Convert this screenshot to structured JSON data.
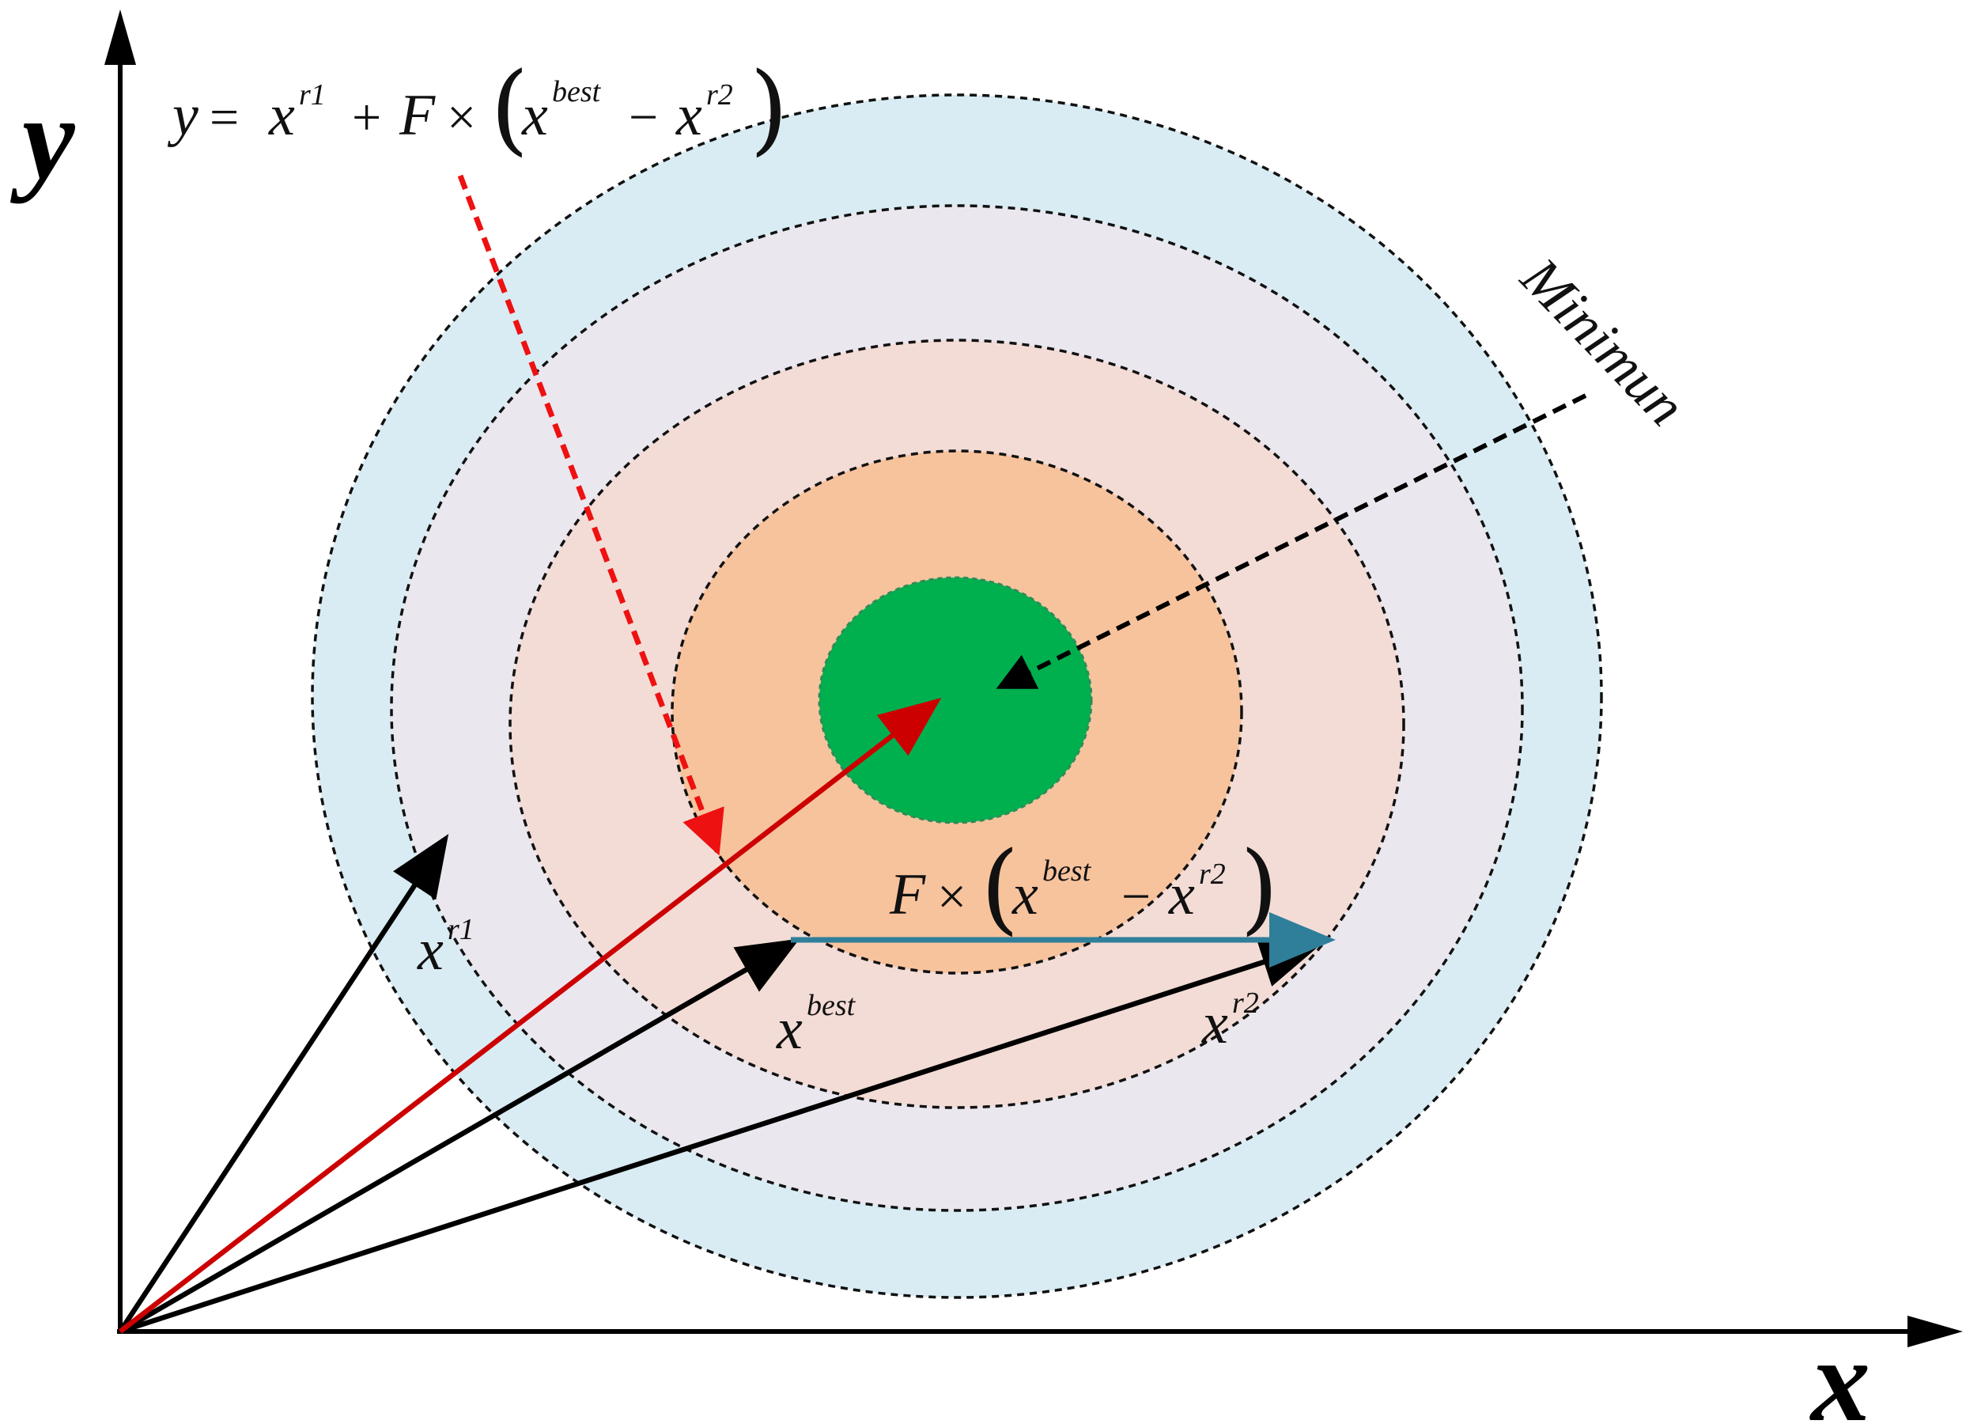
{
  "axes": {
    "x_label": "x",
    "y_label": "y"
  },
  "formula": {
    "y": "y",
    "equals": "=",
    "x": "x",
    "r1": "r1",
    "plus": "+",
    "F": "F",
    "times": "×",
    "open_paren": "(",
    "best": "best",
    "minus": "−",
    "r2": "r2",
    "close_paren": ")"
  },
  "labels": {
    "minimum": "Minimun",
    "x": "x",
    "r1": "r1",
    "best": "best",
    "r2": "r2"
  },
  "diff_formula": {
    "F": "F",
    "times": "×",
    "open_paren": "(",
    "x": "x",
    "best": "best",
    "minus": "−",
    "r2": "r2",
    "close_paren": ")"
  },
  "colors": {
    "ring_outer": "#d9ecf3",
    "ring_2": "#ebe7ef",
    "ring_3": "#f3dcd6",
    "ring_inner": "#f7c39d",
    "minimum_fill": "#00b04f",
    "mutant_vector": "#cc0000",
    "difference_vector": "#2f7e9a",
    "vectors": "#000000"
  }
}
